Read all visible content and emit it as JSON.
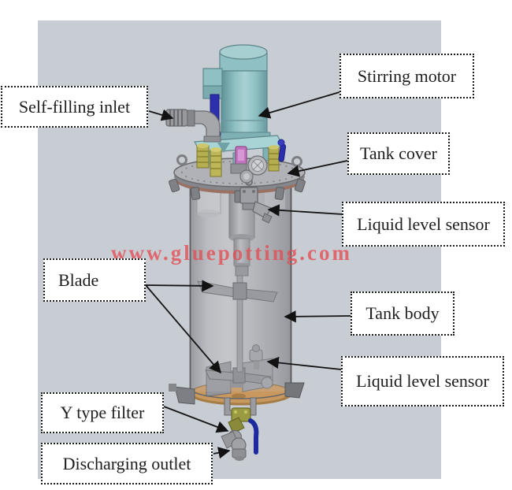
{
  "figure": {
    "watermark": "www.gluepotting.com",
    "labels": {
      "self_filling_inlet": "Self-filling inlet",
      "stirring_motor": "Stirring motor",
      "tank_cover": "Tank cover",
      "liquid_level_sensor_top": "Liquid level sensor",
      "blade": "Blade",
      "tank_body": "Tank body",
      "liquid_level_sensor_bottom": "Liquid level sensor",
      "y_type_filter": "Y type filter",
      "discharging_outlet": "Discharging outlet"
    },
    "colors": {
      "backdrop": "#c8ccd3",
      "watermark": "#e44c52",
      "motor_teal": "#8fc0c3",
      "tank_base_tan": "#c9985f",
      "valve_navy": "#2b2fae",
      "fitting_yellow": "#b6af51",
      "fitting_magenta": "#c273bd"
    }
  }
}
